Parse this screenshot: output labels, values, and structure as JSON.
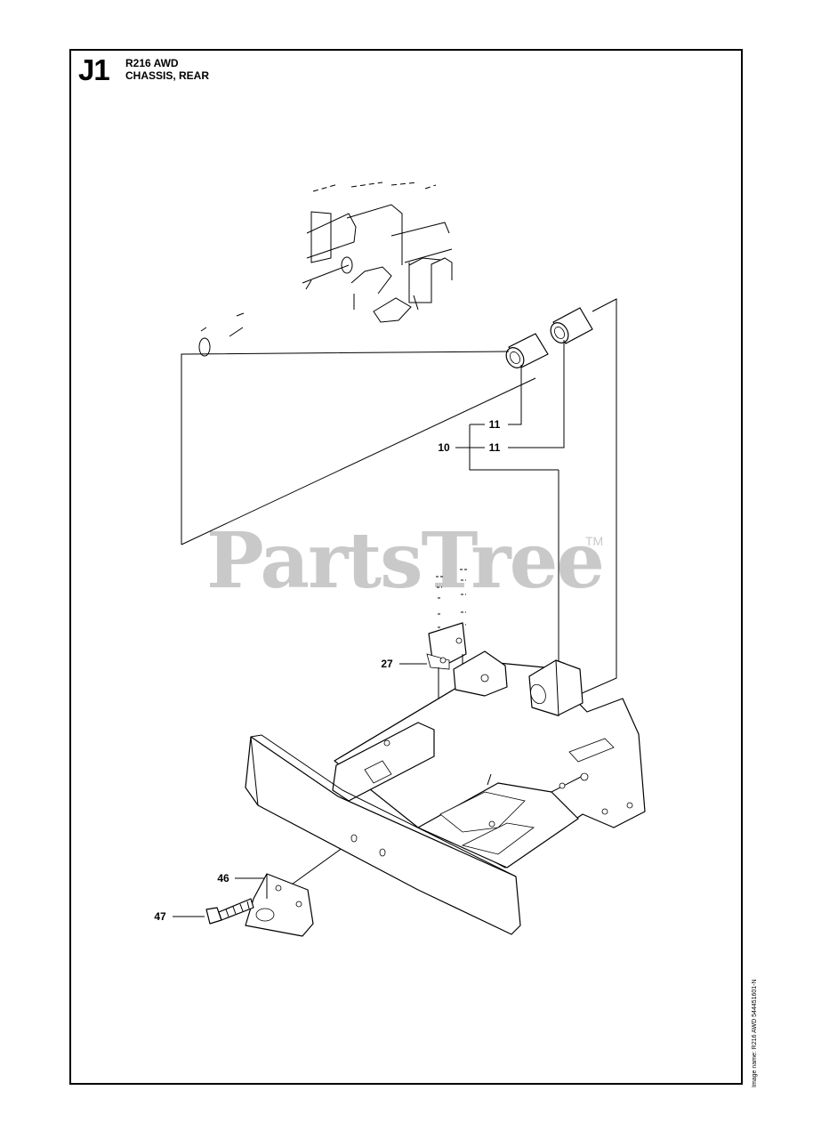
{
  "header": {
    "section_code": "J1",
    "model": "R216 AWD",
    "title": "CHASSIS, REAR"
  },
  "watermark": {
    "text": "PartsTree",
    "trademark": "TM",
    "color": "#c9c9c9"
  },
  "image_name": "Image name: R216 AWD 544451601-N",
  "callouts": [
    {
      "id": "c11a",
      "label": "11"
    },
    {
      "id": "c10",
      "label": "10"
    },
    {
      "id": "c11b",
      "label": "11"
    },
    {
      "id": "c27",
      "label": "27"
    },
    {
      "id": "c46",
      "label": "46"
    },
    {
      "id": "c47",
      "label": "47"
    }
  ],
  "parts": [
    {
      "number": "10",
      "icon": "bushing-assembly-icon"
    },
    {
      "number": "11",
      "icon": "bushing-icon"
    },
    {
      "number": "27",
      "icon": "bracket-icon"
    },
    {
      "number": "46",
      "icon": "hitch-plate-icon"
    },
    {
      "number": "47",
      "icon": "bolt-icon"
    }
  ]
}
